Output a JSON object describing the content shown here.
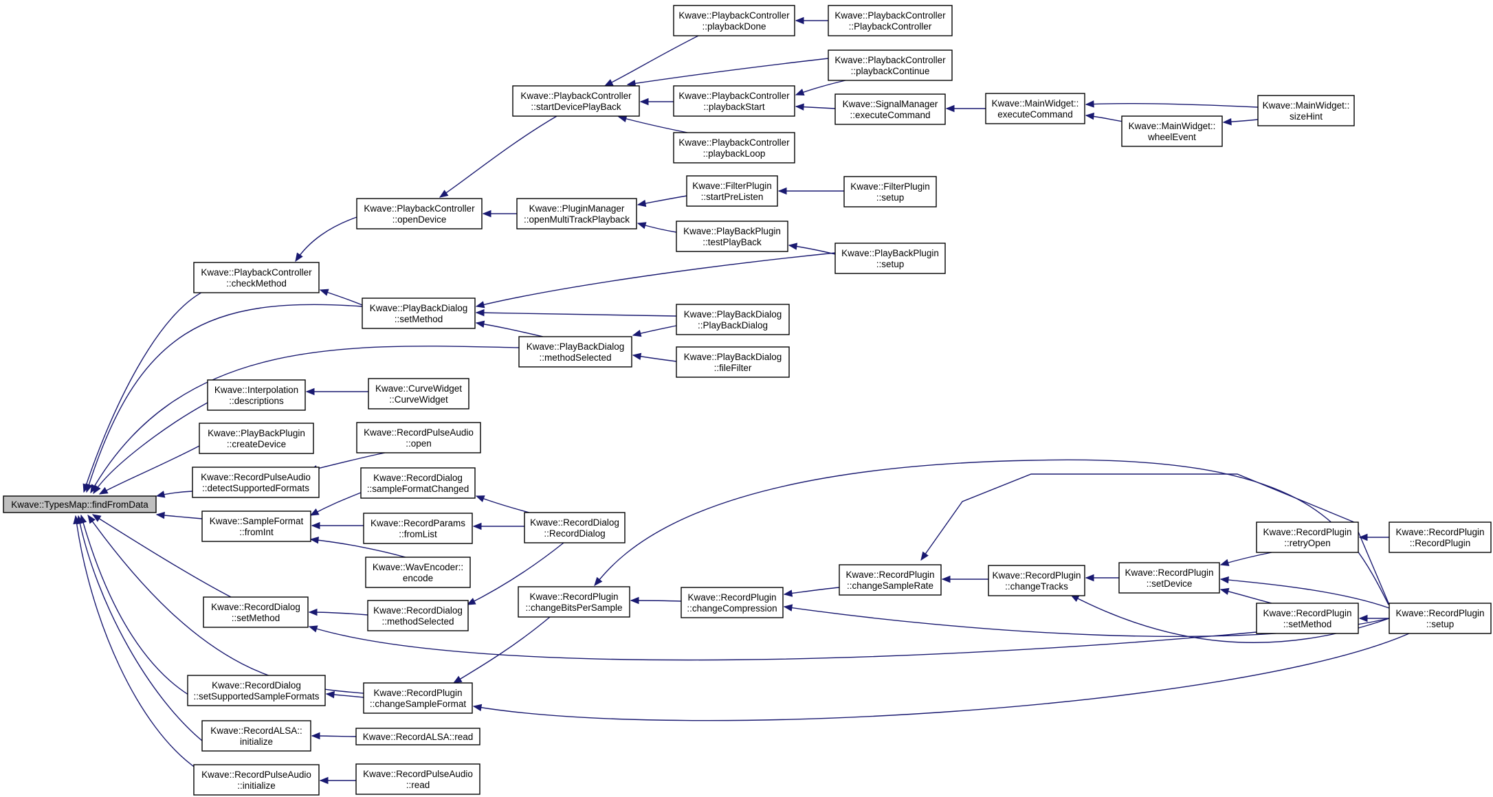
{
  "diagram": {
    "type": "caller-graph",
    "colors": {
      "edge": "#191970",
      "root_fill": "#bfbfbf",
      "node_fill": "#ffffff",
      "node_border": "#000000"
    },
    "nodes": [
      {
        "id": "root",
        "lines": [
          "Kwave::TypesMap::findFromData"
        ],
        "root": true
      },
      {
        "id": "pc_check",
        "lines": [
          "Kwave::PlaybackController",
          "::checkMethod"
        ]
      },
      {
        "id": "interp_desc",
        "lines": [
          "Kwave::Interpolation",
          "::descriptions"
        ]
      },
      {
        "id": "pbp_create",
        "lines": [
          "Kwave::PlayBackPlugin",
          "::createDevice"
        ]
      },
      {
        "id": "rpa_detect",
        "lines": [
          "Kwave::RecordPulseAudio",
          "::detectSupportedFormats"
        ]
      },
      {
        "id": "sf_fromint",
        "lines": [
          "Kwave::SampleFormat",
          "::fromInt"
        ]
      },
      {
        "id": "rd_setmethod",
        "lines": [
          "Kwave::RecordDialog",
          "::setMethod"
        ]
      },
      {
        "id": "rd_setsupp",
        "lines": [
          "Kwave::RecordDialog",
          "::setSupportedSampleFormats"
        ]
      },
      {
        "id": "ralsa_init",
        "lines": [
          "Kwave::RecordALSA::",
          "initialize"
        ]
      },
      {
        "id": "rpa_init",
        "lines": [
          "Kwave::RecordPulseAudio",
          "::initialize"
        ]
      },
      {
        "id": "pc_open",
        "lines": [
          "Kwave::PlaybackController",
          "::openDevice"
        ]
      },
      {
        "id": "pbd_setmethod",
        "lines": [
          "Kwave::PlayBackDialog",
          "::setMethod"
        ]
      },
      {
        "id": "cw_ctor",
        "lines": [
          "Kwave::CurveWidget",
          "::CurveWidget"
        ]
      },
      {
        "id": "rpa_open",
        "lines": [
          "Kwave::RecordPulseAudio",
          "::open"
        ]
      },
      {
        "id": "rd_sfchanged",
        "lines": [
          "Kwave::RecordDialog",
          "::sampleFormatChanged"
        ]
      },
      {
        "id": "rp_fromlist",
        "lines": [
          "Kwave::RecordParams",
          "::fromList"
        ]
      },
      {
        "id": "wav_encode",
        "lines": [
          "Kwave::WavEncoder::",
          "encode"
        ]
      },
      {
        "id": "rd_methodsel",
        "lines": [
          "Kwave::RecordDialog",
          "::methodSelected"
        ]
      },
      {
        "id": "rplug_chsf",
        "lines": [
          "Kwave::RecordPlugin",
          "::changeSampleFormat"
        ]
      },
      {
        "id": "ralsa_read",
        "lines": [
          "Kwave::RecordALSA::read"
        ]
      },
      {
        "id": "rpa_read",
        "lines": [
          "Kwave::RecordPulseAudio",
          "::read"
        ]
      },
      {
        "id": "pc_startdev",
        "lines": [
          "Kwave::PlaybackController",
          "::startDevicePlayBack"
        ]
      },
      {
        "id": "pm_openmulti",
        "lines": [
          "Kwave::PluginManager",
          "::openMultiTrackPlayback"
        ]
      },
      {
        "id": "pbd_methodsel",
        "lines": [
          "Kwave::PlayBackDialog",
          "::methodSelected"
        ]
      },
      {
        "id": "rd_ctor",
        "lines": [
          "Kwave::RecordDialog",
          "::RecordDialog"
        ]
      },
      {
        "id": "rplug_chbits",
        "lines": [
          "Kwave::RecordPlugin",
          "::changeBitsPerSample"
        ]
      },
      {
        "id": "pc_done",
        "lines": [
          "Kwave::PlaybackController",
          "::playbackDone"
        ]
      },
      {
        "id": "pc_start",
        "lines": [
          "Kwave::PlaybackController",
          "::playbackStart"
        ]
      },
      {
        "id": "pc_loop",
        "lines": [
          "Kwave::PlaybackController",
          "::playbackLoop"
        ]
      },
      {
        "id": "fp_prelisten",
        "lines": [
          "Kwave::FilterPlugin",
          "::startPreListen"
        ]
      },
      {
        "id": "pbp_test",
        "lines": [
          "Kwave::PlayBackPlugin",
          "::testPlayBack"
        ]
      },
      {
        "id": "pbd_ctor",
        "lines": [
          "Kwave::PlayBackDialog",
          "::PlayBackDialog"
        ]
      },
      {
        "id": "pbd_filefilter",
        "lines": [
          "Kwave::PlayBackDialog",
          "::fileFilter"
        ]
      },
      {
        "id": "rplug_chcomp",
        "lines": [
          "Kwave::RecordPlugin",
          "::changeCompression"
        ]
      },
      {
        "id": "pc_ctor",
        "lines": [
          "Kwave::PlaybackController",
          "::PlaybackController"
        ]
      },
      {
        "id": "pc_continue",
        "lines": [
          "Kwave::PlaybackController",
          "::playbackContinue"
        ]
      },
      {
        "id": "sm_exec",
        "lines": [
          "Kwave::SignalManager",
          "::executeCommand"
        ]
      },
      {
        "id": "fp_setup",
        "lines": [
          "Kwave::FilterPlugin",
          "::setup"
        ]
      },
      {
        "id": "pbp_setup",
        "lines": [
          "Kwave::PlayBackPlugin",
          "::setup"
        ]
      },
      {
        "id": "rplug_chrate",
        "lines": [
          "Kwave::RecordPlugin",
          "::changeSampleRate"
        ]
      },
      {
        "id": "mw_exec",
        "lines": [
          "Kwave::MainWidget::",
          "executeCommand"
        ]
      },
      {
        "id": "rplug_chtracks",
        "lines": [
          "Kwave::RecordPlugin",
          "::changeTracks"
        ]
      },
      {
        "id": "mw_wheel",
        "lines": [
          "Kwave::MainWidget::",
          "wheelEvent"
        ]
      },
      {
        "id": "rplug_setdev",
        "lines": [
          "Kwave::RecordPlugin",
          "::setDevice"
        ]
      },
      {
        "id": "rplug_retry",
        "lines": [
          "Kwave::RecordPlugin",
          "::retryOpen"
        ]
      },
      {
        "id": "rplug_setmethod",
        "lines": [
          "Kwave::RecordPlugin",
          "::setMethod"
        ]
      },
      {
        "id": "mw_sizehint",
        "lines": [
          "Kwave::MainWidget::",
          "sizeHint"
        ]
      },
      {
        "id": "rplug_ctor",
        "lines": [
          "Kwave::RecordPlugin",
          "::RecordPlugin"
        ]
      },
      {
        "id": "rplug_setup",
        "lines": [
          "Kwave::RecordPlugin",
          "::setup"
        ]
      }
    ],
    "edges": [
      {
        "from": "pc_check",
        "to": "root"
      },
      {
        "from": "pbd_setmethod",
        "to": "root"
      },
      {
        "from": "pbd_methodsel",
        "to": "root"
      },
      {
        "from": "interp_desc",
        "to": "root"
      },
      {
        "from": "pbp_create",
        "to": "root"
      },
      {
        "from": "rpa_detect",
        "to": "root"
      },
      {
        "from": "sf_fromint",
        "to": "root"
      },
      {
        "from": "rd_setmethod",
        "to": "root"
      },
      {
        "from": "rplug_chsf",
        "to": "root"
      },
      {
        "from": "rd_setsupp",
        "to": "root"
      },
      {
        "from": "ralsa_init",
        "to": "root"
      },
      {
        "from": "rpa_init",
        "to": "root"
      },
      {
        "from": "pc_open",
        "to": "pc_check"
      },
      {
        "from": "pbd_setmethod",
        "to": "pc_check"
      },
      {
        "from": "cw_ctor",
        "to": "interp_desc"
      },
      {
        "from": "rpa_open",
        "to": "rpa_detect"
      },
      {
        "from": "rd_sfchanged",
        "to": "sf_fromint"
      },
      {
        "from": "rp_fromlist",
        "to": "sf_fromint"
      },
      {
        "from": "wav_encode",
        "to": "sf_fromint"
      },
      {
        "from": "rd_methodsel",
        "to": "rd_setmethod"
      },
      {
        "from": "rplug_setmethod",
        "to": "rd_setmethod"
      },
      {
        "from": "rplug_chsf",
        "to": "rd_setsupp"
      },
      {
        "from": "ralsa_read",
        "to": "ralsa_init"
      },
      {
        "from": "rpa_read",
        "to": "rpa_init"
      },
      {
        "from": "pc_startdev",
        "to": "pc_open"
      },
      {
        "from": "pm_openmulti",
        "to": "pc_open"
      },
      {
        "from": "pbp_setup",
        "to": "pbd_setmethod"
      },
      {
        "from": "pbd_ctor",
        "to": "pbd_setmethod"
      },
      {
        "from": "pbd_methodsel",
        "to": "pbd_setmethod"
      },
      {
        "from": "pbd_ctor",
        "to": "pbd_methodsel"
      },
      {
        "from": "pbd_filefilter",
        "to": "pbd_methodsel"
      },
      {
        "from": "rd_ctor",
        "to": "rd_sfchanged"
      },
      {
        "from": "rd_ctor",
        "to": "rp_fromlist"
      },
      {
        "from": "rd_ctor",
        "to": "rd_methodsel"
      },
      {
        "from": "rplug_chbits",
        "to": "rplug_chsf"
      },
      {
        "from": "rplug_setup",
        "to": "rplug_chsf"
      },
      {
        "from": "pc_done",
        "to": "pc_startdev"
      },
      {
        "from": "pc_continue",
        "to": "pc_startdev"
      },
      {
        "from": "pc_start",
        "to": "pc_startdev"
      },
      {
        "from": "pc_loop",
        "to": "pc_startdev"
      },
      {
        "from": "fp_prelisten",
        "to": "pm_openmulti"
      },
      {
        "from": "pbp_test",
        "to": "pm_openmulti"
      },
      {
        "from": "rplug_chcomp",
        "to": "rplug_chbits"
      },
      {
        "from": "rplug_setup",
        "to": "rplug_chbits"
      },
      {
        "from": "pc_ctor",
        "to": "pc_done"
      },
      {
        "from": "pc_continue",
        "to": "pc_start"
      },
      {
        "from": "sm_exec",
        "to": "pc_start"
      },
      {
        "from": "fp_setup",
        "to": "fp_prelisten"
      },
      {
        "from": "pbp_setup",
        "to": "pbp_test"
      },
      {
        "from": "rplug_chrate",
        "to": "rplug_chcomp"
      },
      {
        "from": "rplug_setup",
        "to": "rplug_chcomp"
      },
      {
        "from": "mw_exec",
        "to": "sm_exec"
      },
      {
        "from": "rplug_chtracks",
        "to": "rplug_chrate"
      },
      {
        "from": "rplug_setup",
        "to": "rplug_chrate"
      },
      {
        "from": "mw_sizehint",
        "to": "mw_exec"
      },
      {
        "from": "mw_wheel",
        "to": "mw_exec"
      },
      {
        "from": "rplug_setdev",
        "to": "rplug_chtracks"
      },
      {
        "from": "rplug_setup",
        "to": "rplug_chtracks"
      },
      {
        "from": "mw_sizehint",
        "to": "mw_wheel"
      },
      {
        "from": "rplug_retry",
        "to": "rplug_setdev"
      },
      {
        "from": "rplug_setmethod",
        "to": "rplug_setdev"
      },
      {
        "from": "rplug_setup",
        "to": "rplug_setdev"
      },
      {
        "from": "rplug_ctor",
        "to": "rplug_retry"
      },
      {
        "from": "rplug_setup",
        "to": "rplug_setmethod"
      }
    ]
  }
}
